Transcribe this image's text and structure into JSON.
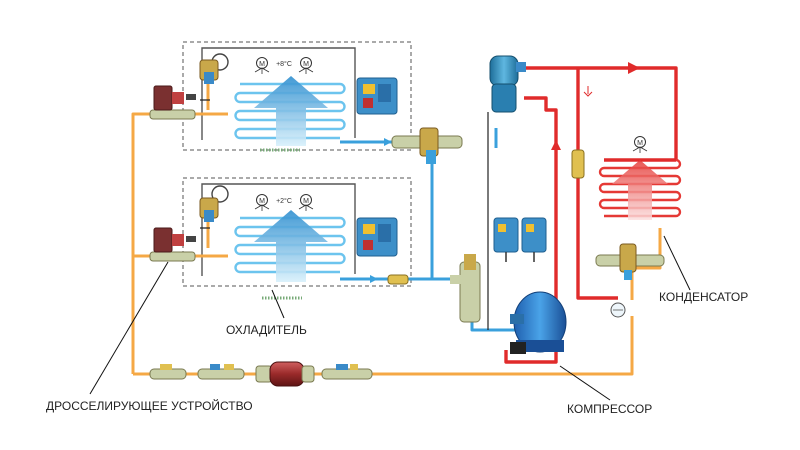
{
  "diagram": {
    "labels": {
      "cooler": "ОХЛАДИТЕЛЬ",
      "expansion_device": "ДРОССЕЛИРУЮЩЕЕ УСТРОЙСТВО",
      "compressor": "КОМПРЕССОР",
      "condenser": "КОНДЕНСАТОР"
    },
    "chambers": [
      {
        "temperature": "+8°C"
      },
      {
        "temperature": "+2°C"
      }
    ],
    "fan_symbol": "M",
    "colors": {
      "liquid_line": "#f5a845",
      "suction_line": "#3aa0dc",
      "discharge_line": "#e02b2b",
      "evaporator": "#6cc4ee",
      "condenser_coil": "#e53935",
      "cabinet_outline": "#555555",
      "leader_line": "#111111"
    }
  }
}
